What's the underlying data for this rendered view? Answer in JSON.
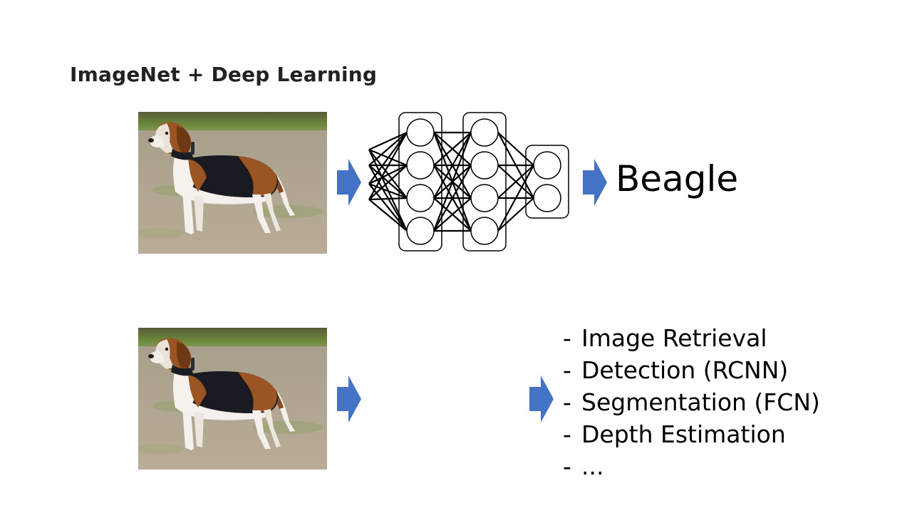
{
  "slide": {
    "title": "ImageNet + Deep Learning",
    "prediction_label": "Beagle",
    "tasks": [
      {
        "bullet": "-",
        "text": "Image  Retrieval"
      },
      {
        "bullet": "-",
        "text": "Detection  (RCNN)"
      },
      {
        "bullet": "-",
        "text": "Segmentation  (FCN)"
      },
      {
        "bullet": "-",
        "text": "Depth  Estimation"
      },
      {
        "bullet": "-",
        "text": "..."
      }
    ]
  },
  "network": {
    "layers": [
      {
        "neurons": 4
      },
      {
        "neurons": 4
      },
      {
        "neurons": 2
      }
    ],
    "input_fan_in": 4
  },
  "colors": {
    "arrow": "#4472c4",
    "title": "#222222",
    "text": "#000000",
    "network_stroke": "#000000"
  },
  "icons": {
    "photo": "beagle-photo",
    "arrow": "block-right-arrow"
  }
}
